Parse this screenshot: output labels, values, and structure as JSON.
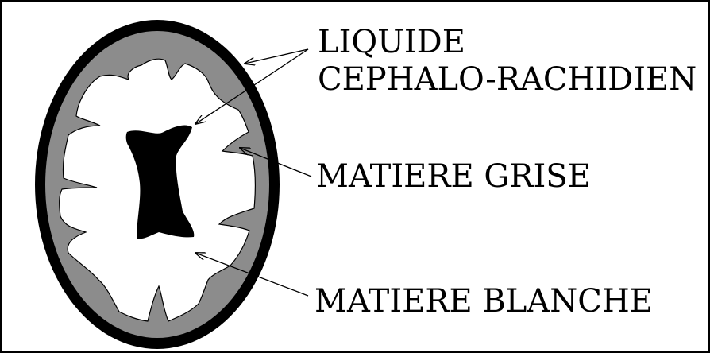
{
  "labels": {
    "csf_line1": "LIQUIDE",
    "csf_line2": "CEPHALO-RACHIDIEN",
    "gray_matter": "MATIERE GRISE",
    "white_matter": "MATIERE BLANCHE"
  },
  "colors": {
    "background": "#ffffff",
    "frame": "#000000",
    "skull": "#000000",
    "gray_matter": "#8c8c8c",
    "white_matter": "#ffffff",
    "ventricle": "#000000",
    "leader_line": "#000000"
  }
}
